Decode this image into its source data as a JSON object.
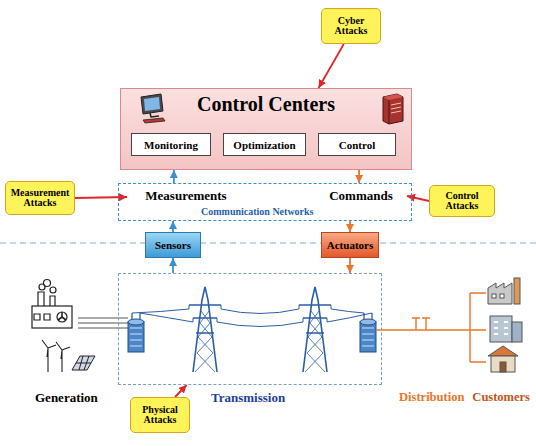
{
  "diagram": {
    "nodes": [
      {
        "text": [
          "Cyber Attacks"
        ]
      },
      {
        "text": [
          "Control Centers"
        ]
      },
      {
        "text": [
          "Monitoring"
        ],
        "in": 1
      },
      {
        "text": [
          "Optimization"
        ],
        "in": 1
      },
      {
        "text": [
          "Control"
        ],
        "in": 1
      },
      {
        "text": [
          "Measurement Attacks"
        ]
      },
      {
        "text": [
          "Communication Networks"
        ]
      },
      {
        "text": [
          "Measurements"
        ],
        "in": 6
      },
      {
        "text": [
          "Commands"
        ],
        "in": 6
      },
      {
        "text": [
          "Control Attacks"
        ]
      },
      {
        "text": [
          "Sensors"
        ]
      },
      {
        "text": [
          "Actuators"
        ]
      },
      {
        "text": [
          "Transmission"
        ]
      },
      {
        "text": [
          "Physical Attacks"
        ]
      }
    ],
    "edges": [
      {
        "from": 0,
        "to": 1,
        "arrow": "to"
      },
      {
        "from": 5,
        "to": 7,
        "arrow": "to"
      },
      {
        "from": 9,
        "to": 8,
        "arrow": "to"
      },
      {
        "from": 13,
        "to": 12,
        "arrow": "to"
      },
      {
        "from": 12,
        "to": 10,
        "arrow": "to"
      },
      {
        "from": 10,
        "to": 6,
        "arrow": "to"
      },
      {
        "from": 6,
        "to": 1,
        "arrow": "to"
      },
      {
        "from": 1,
        "to": 6,
        "arrow": "to"
      },
      {
        "from": 6,
        "to": 11,
        "arrow": "to"
      },
      {
        "from": 11,
        "to": 12,
        "arrow": "to"
      }
    ],
    "labels": [
      "Generation",
      "Distribution",
      "Customers"
    ]
  }
}
